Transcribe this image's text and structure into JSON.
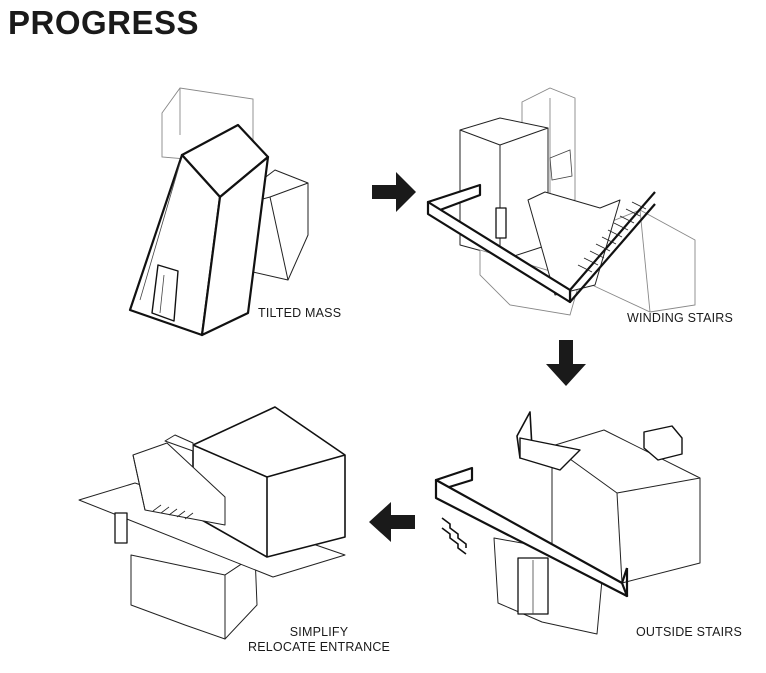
{
  "title": "PROGRESS",
  "captions": {
    "tilted_mass": "TILTED MASS",
    "winding_stairs": "WINDING STAIRS",
    "outside_stairs": "OUTSIDE STAIRS",
    "simplify_line1": "SIMPLIFY",
    "simplify_line2": "RELOCATE ENTRANCE"
  },
  "colors": {
    "ink": "#111111",
    "arrow": "#1a1a1a",
    "background": "#ffffff"
  },
  "icons": [
    "arrow-right-icon",
    "arrow-down-icon",
    "arrow-left-icon"
  ]
}
